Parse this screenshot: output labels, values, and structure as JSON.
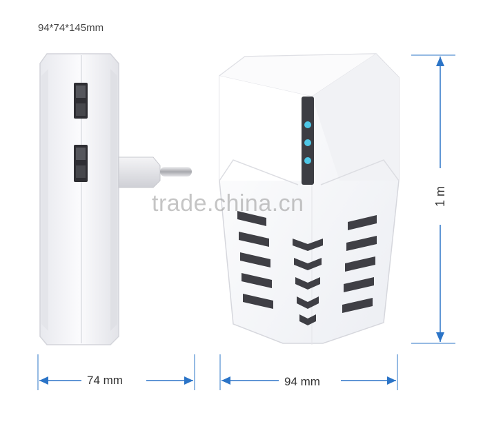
{
  "dimensions_label": "94*74*145mm",
  "width_side": "74 mm",
  "width_front": "94 mm",
  "height_partial": "1  m",
  "watermark": "trade.china.cn",
  "colors": {
    "body": "#f7f7f9",
    "shade": "#dcdde3",
    "grille": "#3f3f45",
    "led": "#4ec7e6",
    "dimension_lines": "#2b74c7"
  },
  "icons": [
    "power-plug-icon",
    "rocker-switch-icon",
    "led-indicator-icon",
    "dimension-arrow-icon"
  ]
}
